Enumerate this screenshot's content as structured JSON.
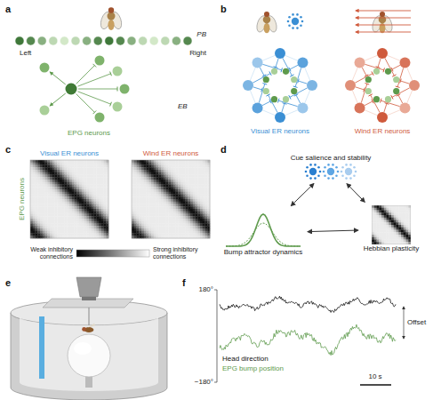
{
  "diagram": {
    "nodes": [
      {
        "text": [
          "Cue salience and stability"
        ]
      },
      {
        "text": [
          "Bump attractor dynamics"
        ]
      },
      {
        "text": [
          "Hebbian plasticity"
        ]
      }
    ],
    "edges": [
      {
        "from": 0,
        "to": 1,
        "arrow": "both"
      },
      {
        "from": 0,
        "to": 2,
        "arrow": "both"
      },
      {
        "from": 1,
        "to": 2,
        "arrow": "both"
      }
    ],
    "labels": [
      "a",
      "PB",
      "Left",
      "Right",
      "EB",
      "EPG neurons",
      "b",
      "Visual ER neurons",
      "Wind ER neurons",
      "c",
      "Visual ER neurons",
      "Wind ER neurons",
      "EPG neurons",
      "Weak inhibitory connections",
      "Strong inhibitory connections",
      "d",
      "e",
      "f",
      "180°",
      "−180°",
      "Offset",
      "10 s",
      "Head direction",
      "EPG bump position"
    ]
  }
}
